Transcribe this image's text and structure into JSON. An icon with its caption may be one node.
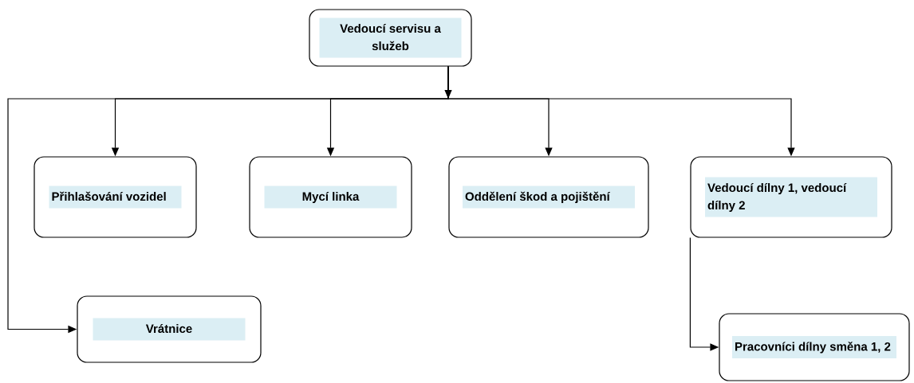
{
  "diagram": {
    "nodes": [
      {
        "text": [
          "Vedoucí servisu a služeb"
        ]
      },
      {
        "text": [
          "Přihlašování vozidel"
        ]
      },
      {
        "text": [
          "Mycí linka"
        ]
      },
      {
        "text": [
          "Oddělení škod a pojištění"
        ]
      },
      {
        "text": [
          "Vedoucí dílny 1, vedoucí  dílny 2"
        ]
      },
      {
        "text": [
          "Vrátnice"
        ]
      },
      {
        "text": [
          "Pracovníci dílny směna 1, 2"
        ]
      }
    ],
    "edges": [
      {
        "from": 0,
        "to": 1,
        "arrow": "to"
      },
      {
        "from": 0,
        "to": 2,
        "arrow": "to"
      },
      {
        "from": 0,
        "to": 3,
        "arrow": "to"
      },
      {
        "from": 0,
        "to": 4,
        "arrow": "to"
      },
      {
        "from": 0,
        "to": 5,
        "arrow": "to"
      },
      {
        "from": 4,
        "to": 6,
        "arrow": "to"
      }
    ]
  }
}
